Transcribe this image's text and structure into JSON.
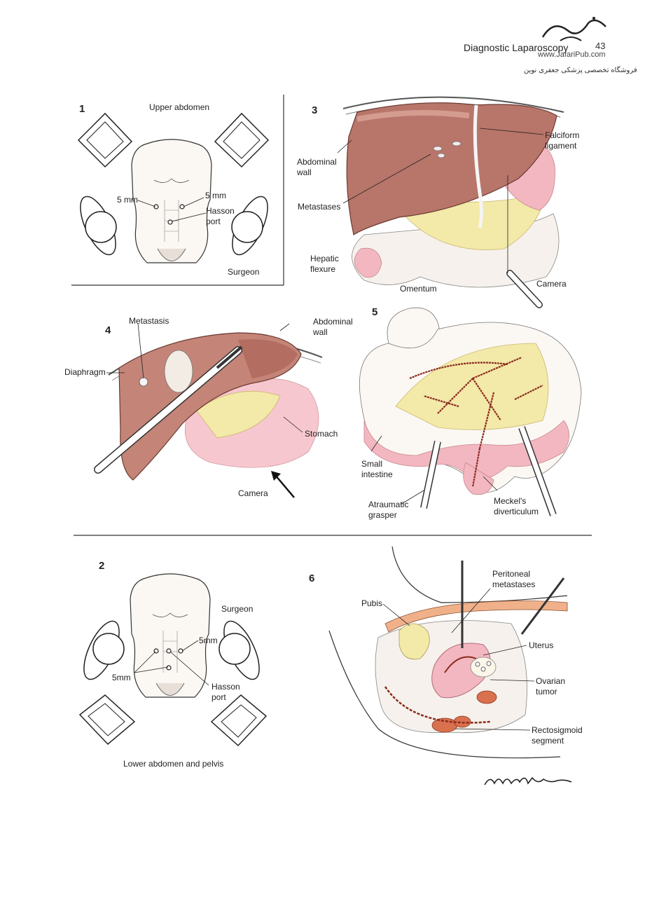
{
  "header": {
    "title": "Diagnostic Laparoscopy",
    "page_number": "43",
    "publisher_url": "www.JafariPub.com",
    "publisher_name_fa": "فروشگاه تخصصی پزشکی جعفری نوین"
  },
  "panel1": {
    "number": "1",
    "title": "Upper abdomen",
    "label_5mm_left": "5 mm",
    "label_5mm_right": "5 mm",
    "label_hasson_1": "Hasson",
    "label_hasson_2": "port",
    "label_surgeon": "Surgeon"
  },
  "panel3": {
    "number": "3",
    "falciform_1": "Falciform",
    "falciform_2": "ligament",
    "abdominal_wall_1": "Abdominal",
    "abdominal_wall_2": "wall",
    "metastases": "Metastases",
    "hepatic_1": "Hepatic",
    "hepatic_2": "flexure",
    "omentum": "Omentum",
    "camera": "Camera"
  },
  "panel4": {
    "number": "4",
    "metastasis": "Metastasis",
    "abdominal_wall_1": "Abdominal",
    "abdominal_wall_2": "wall",
    "diaphragm": "Diaphragm",
    "stomach": "Stomach",
    "camera": "Camera"
  },
  "panel5": {
    "number": "5",
    "small_1": "Small",
    "small_2": "intestine",
    "grasper_1": "Atraumatic",
    "grasper_2": "grasper",
    "meckel_1": "Meckel's",
    "meckel_2": "diverticulum"
  },
  "panel2": {
    "number": "2",
    "label_surgeon": "Surgeon",
    "label_5mm_right": "5mm",
    "label_5mm_left": "5mm",
    "label_hasson_1": "Hasson",
    "label_hasson_2": "port",
    "caption": "Lower abdomen and pelvis"
  },
  "panel6": {
    "number": "6",
    "peritoneal_1": "Peritoneal",
    "peritoneal_2": "metastases",
    "pubis": "Pubis",
    "uterus": "Uterus",
    "ovarian_1": "Ovarian",
    "ovarian_2": "tumor",
    "recto_1": "Rectosigmoid",
    "recto_2": "segment"
  },
  "colors": {
    "liver": "#b8756a",
    "liver_light": "#e6b4a8",
    "pink": "#f2b7c0",
    "yellow": "#f3e9a8",
    "vessel": "#8a2a1e",
    "line": "#333333"
  }
}
